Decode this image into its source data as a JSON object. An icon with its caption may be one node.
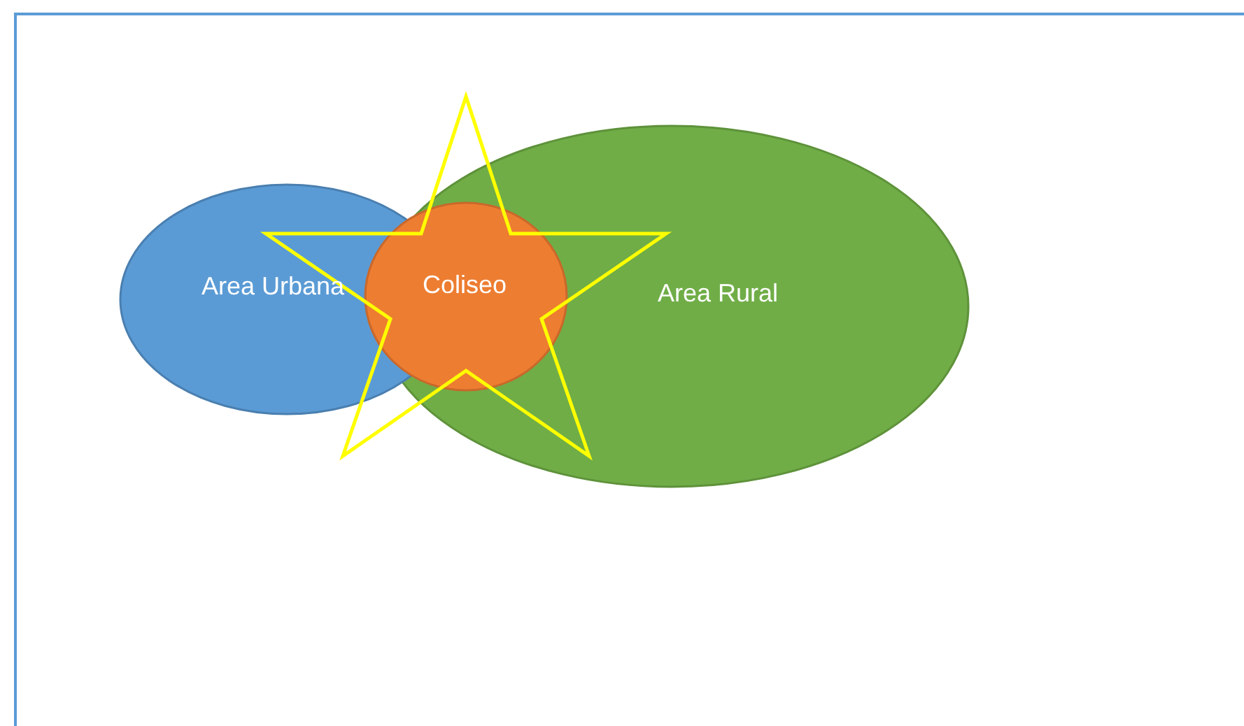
{
  "diagram": {
    "nodes": [
      {
        "text": [
          "Area Urbana"
        ]
      },
      {
        "text": [
          "Area Rural"
        ]
      },
      {
        "text": [
          "Coliseo"
        ]
      },
      {
        "text": [],
        "shape": "star"
      }
    ],
    "edges": []
  }
}
